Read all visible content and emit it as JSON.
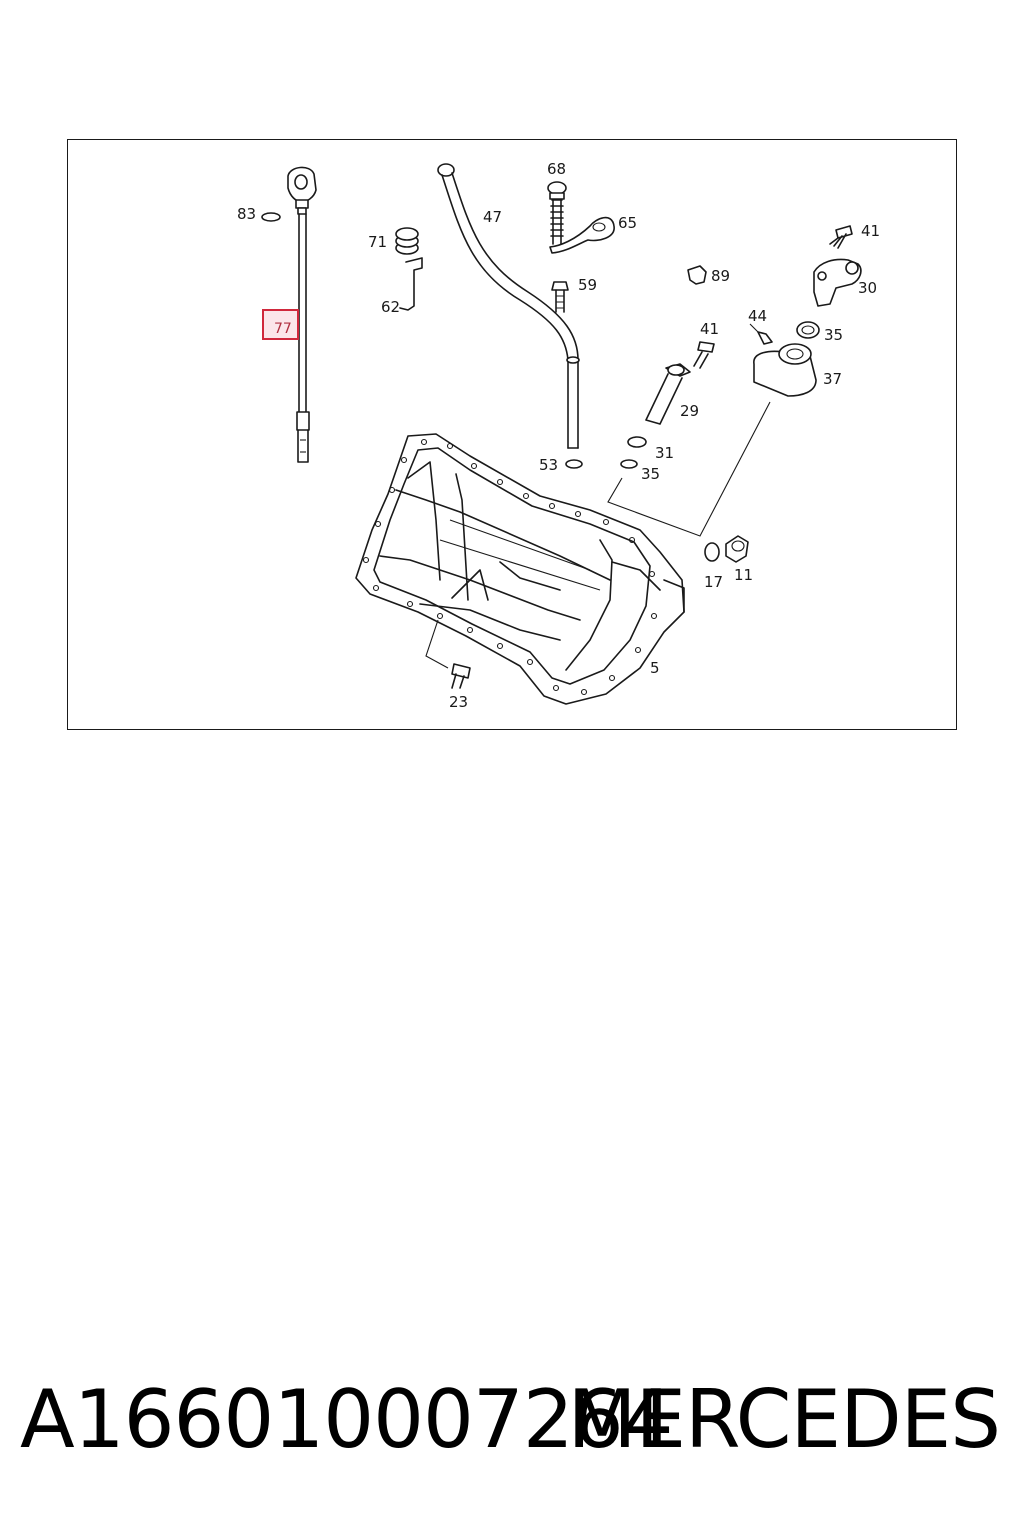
{
  "diagram": {
    "highlighted_part": "77",
    "labels": {
      "p83": "83",
      "p77": "77",
      "p71": "71",
      "p62": "62",
      "p47": "47",
      "p68": "68",
      "p65": "65",
      "p59": "59",
      "p53": "53",
      "p89": "89",
      "p41a": "41",
      "p30": "30",
      "p44": "44",
      "p35a": "35",
      "p41b": "41",
      "p37": "37",
      "p29": "29",
      "p31": "31",
      "p35b": "35",
      "p17": "17",
      "p11": "11",
      "p5": "5",
      "p23": "23"
    }
  },
  "footer": {
    "part_number": "A166010007264",
    "brand": "MERCEDES"
  }
}
